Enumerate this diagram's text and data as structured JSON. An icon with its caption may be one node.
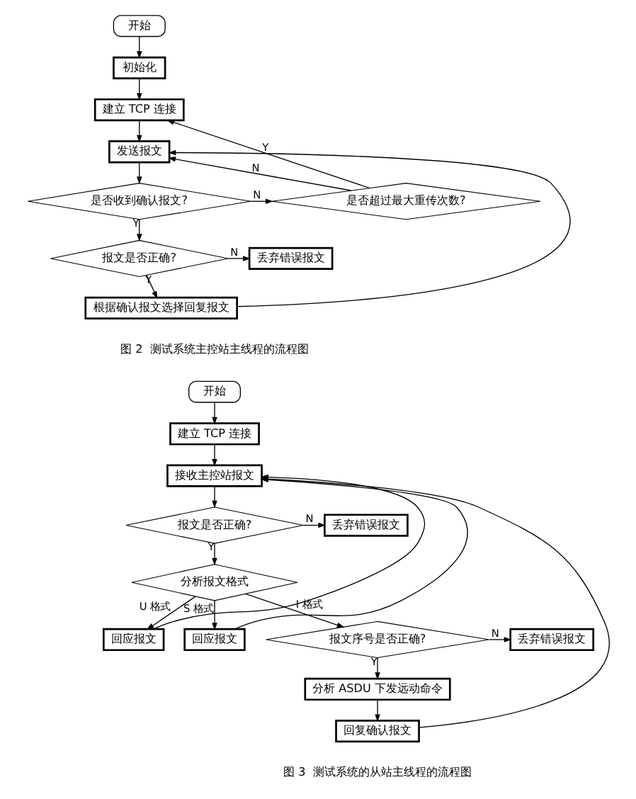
{
  "diagram": {
    "nodes": [
      {
        "text": [
          "开始"
        ]
      },
      {
        "text": [
          "初始化"
        ]
      },
      {
        "text": [
          "建立 TCP 连接"
        ]
      },
      {
        "text": [
          "发送报文"
        ]
      },
      {
        "text": [
          "是否收到确认报文?"
        ]
      },
      {
        "text": [
          "是否超过最大重传次数?"
        ]
      },
      {
        "text": [
          "报文是否正确?"
        ]
      },
      {
        "text": [
          "丢弃错误报文"
        ]
      },
      {
        "text": [
          "根据确认报文选择回复报文"
        ]
      },
      {
        "text": [
          "开始"
        ]
      },
      {
        "text": [
          "建立 TCP 连接"
        ]
      },
      {
        "text": [
          "接收主控站报文"
        ]
      },
      {
        "text": [
          "报文是否正确?"
        ]
      },
      {
        "text": [
          "丢弃错误报文"
        ]
      },
      {
        "text": [
          "分析报文格式"
        ]
      },
      {
        "text": [
          "回应报文"
        ]
      },
      {
        "text": [
          "回应报文"
        ]
      },
      {
        "text": [
          "报文序号是否正确?"
        ]
      },
      {
        "text": [
          "丢弃错误报文"
        ]
      },
      {
        "text": [
          "分析 ASDU 下发远动命令"
        ]
      },
      {
        "text": [
          "回复确认报文"
        ]
      }
    ],
    "edges": [
      {
        "from": 0,
        "to": 1,
        "arrow": "to"
      },
      {
        "from": 1,
        "to": 2,
        "arrow": "to"
      },
      {
        "from": 2,
        "to": 3,
        "arrow": "to"
      },
      {
        "from": 3,
        "to": 4,
        "arrow": "to"
      },
      {
        "from": 4,
        "to": 5,
        "arrow": "to",
        "label": "N"
      },
      {
        "from": 5,
        "to": 3,
        "arrow": "to",
        "label": "N"
      },
      {
        "from": 5,
        "to": 2,
        "arrow": "to",
        "label": "Y"
      },
      {
        "from": 4,
        "to": 6,
        "arrow": "to",
        "label": "Y"
      },
      {
        "from": 6,
        "to": 7,
        "arrow": "to",
        "label": "N"
      },
      {
        "from": 6,
        "to": 8,
        "arrow": "to",
        "label": "Y"
      },
      {
        "from": 8,
        "to": 3,
        "arrow": "to"
      },
      {
        "from": 9,
        "to": 10,
        "arrow": "to"
      },
      {
        "from": 10,
        "to": 11,
        "arrow": "to"
      },
      {
        "from": 11,
        "to": 12,
        "arrow": "to"
      },
      {
        "from": 12,
        "to": 13,
        "arrow": "to",
        "label": "N"
      },
      {
        "from": 12,
        "to": 14,
        "arrow": "to",
        "label": "Y"
      },
      {
        "from": 14,
        "to": 15,
        "arrow": "to",
        "label": "U 格式"
      },
      {
        "from": 14,
        "to": 16,
        "arrow": "to",
        "label": "S 格式"
      },
      {
        "from": 14,
        "to": 17,
        "arrow": "to",
        "label": "I 格式"
      },
      {
        "from": 15,
        "to": 11,
        "arrow": "to"
      },
      {
        "from": 16,
        "to": 11,
        "arrow": "to"
      },
      {
        "from": 17,
        "to": 18,
        "arrow": "to",
        "label": "N"
      },
      {
        "from": 17,
        "to": 19,
        "arrow": "to",
        "label": "Y"
      },
      {
        "from": 19,
        "to": 20,
        "arrow": "to"
      },
      {
        "from": 20,
        "to": 11,
        "arrow": "to"
      }
    ],
    "labels": [
      "图 2  测试系统主控站主线程的流程图",
      "图 3  测试系统的从站主线程的流程图"
    ]
  }
}
